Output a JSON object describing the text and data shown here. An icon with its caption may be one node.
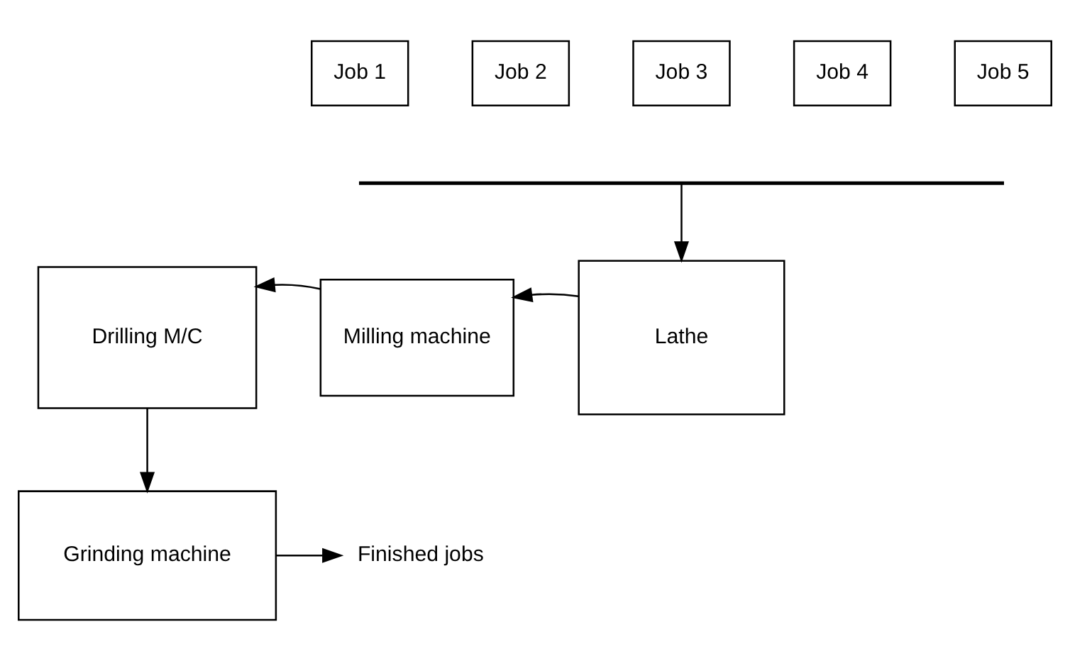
{
  "diagram": {
    "nodes": [
      {
        "text": [
          "Job 1"
        ]
      },
      {
        "text": [
          "Job 2"
        ]
      },
      {
        "text": [
          "Job 3"
        ]
      },
      {
        "text": [
          "Job 4"
        ]
      },
      {
        "text": [
          "Job 5"
        ]
      },
      {
        "text": [],
        "shape": "bar"
      },
      {
        "text": [
          "Lathe"
        ]
      },
      {
        "text": [
          "Milling machine"
        ]
      },
      {
        "text": [
          "Drilling M/C"
        ]
      },
      {
        "text": [
          "Grinding machine"
        ]
      },
      {
        "text": [
          "Finished jobs"
        ]
      }
    ],
    "edges": [
      {
        "from": 5,
        "to": 6,
        "arrow": "to"
      },
      {
        "from": 6,
        "to": 7,
        "arrow": "to"
      },
      {
        "from": 7,
        "to": 8,
        "arrow": "to"
      },
      {
        "from": 8,
        "to": 9,
        "arrow": "to"
      },
      {
        "from": 9,
        "to": 10,
        "arrow": "to"
      }
    ]
  }
}
